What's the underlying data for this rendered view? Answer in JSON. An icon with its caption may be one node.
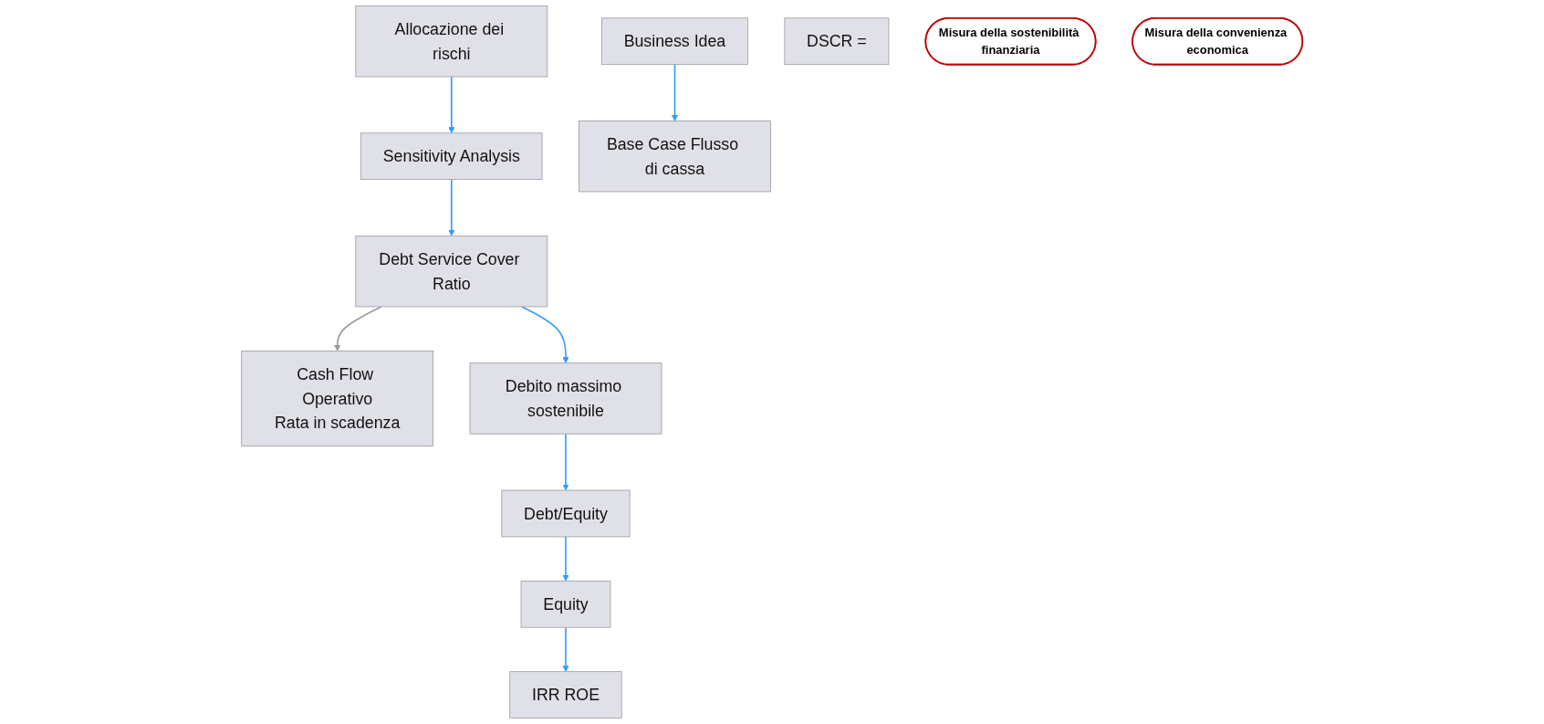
{
  "diagram": {
    "nodes": [
      {
        "text": [
          "Allocazione dei rischi"
        ]
      },
      {
        "text": [
          "Business Idea"
        ]
      },
      {
        "text": [
          "DSCR ="
        ]
      },
      {
        "text": [
          "Cash Flow Operativo",
          "Rata in scadenza"
        ]
      },
      {
        "text": [
          "Sensitivity Analysis"
        ]
      },
      {
        "text": [
          "Base Case Flusso di cassa"
        ]
      },
      {
        "text": [
          "Misura della sostenibilità finanziaria"
        ]
      },
      {
        "text": [
          "Debt Service Cover Ratio"
        ]
      },
      {
        "text": [
          "Debito massimo sostenibile"
        ]
      },
      {
        "text": [
          "Debt/Equity"
        ]
      },
      {
        "text": [
          "IRR ROE"
        ]
      },
      {
        "text": [
          "Equity"
        ]
      },
      {
        "text": [
          "Misura della convenienza economica"
        ]
      }
    ],
    "edges": [
      {
        "from": 0,
        "to": 4,
        "arrow": "to"
      },
      {
        "from": 1,
        "to": 5,
        "arrow": "to"
      },
      {
        "from": 4,
        "to": 7,
        "arrow": "to"
      },
      {
        "from": 7,
        "to": 3,
        "arrow": "to",
        "color": "#999999"
      },
      {
        "from": 7,
        "to": 8,
        "arrow": "to"
      },
      {
        "from": 8,
        "to": 9,
        "arrow": "to"
      },
      {
        "from": 9,
        "to": 11,
        "arrow": "to"
      },
      {
        "from": 11,
        "to": 10,
        "arrow": "to"
      }
    ]
  }
}
